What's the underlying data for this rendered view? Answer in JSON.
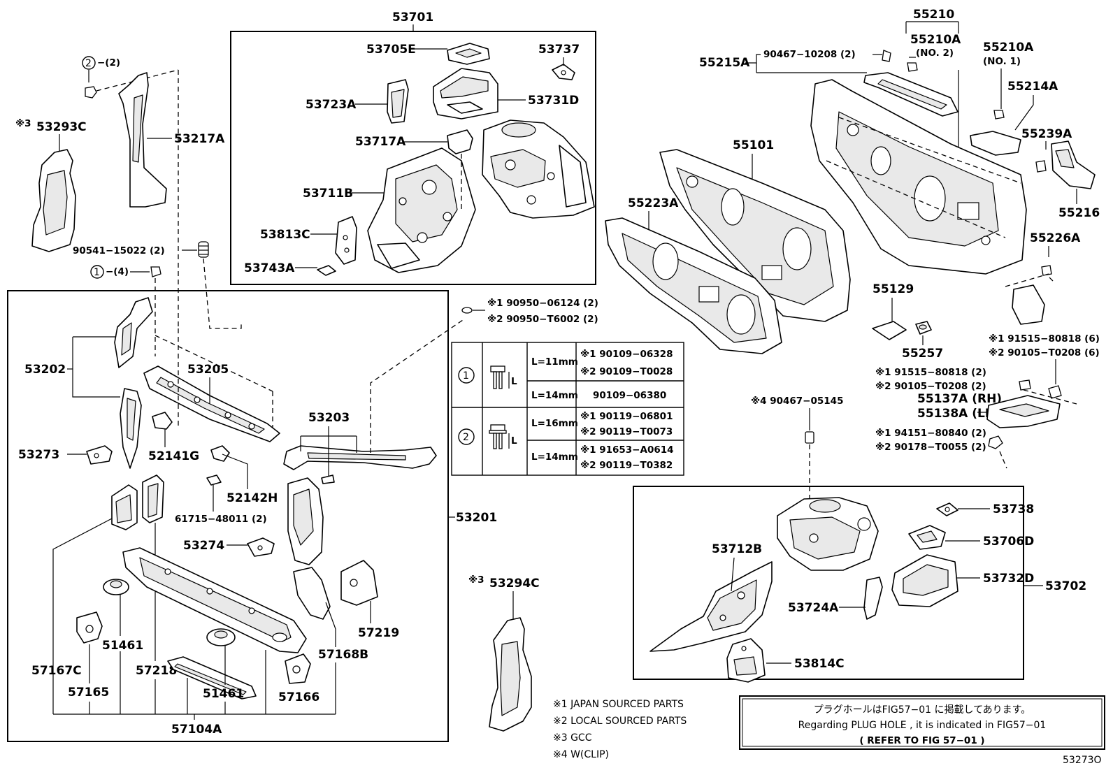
{
  "figure_id": "53273O",
  "assemblies": {
    "a53701": "53701",
    "a53201": "53201",
    "a53702": "53702",
    "a55210": "55210"
  },
  "labels": {
    "p53705E": "53705E",
    "p53737": "53737",
    "p53723A": "53723A",
    "p53731D": "53731D",
    "p53717A": "53717A",
    "p53711B": "53711B",
    "p53813C": "53813C",
    "p53743A": "53743A",
    "p53293C": "53293C",
    "p53293C_mark": "※3",
    "p53217A": "53217A",
    "p90541": "90541−15022 (2)",
    "circ2": "2",
    "circ2_qty": "−(2)",
    "circ1": "1",
    "circ1_qty": "−(4)",
    "p53202": "53202",
    "p53205": "53205",
    "p53273": "53273",
    "p52141G": "52141G",
    "p52142H": "52142H",
    "p61715": "61715−48011 (2)",
    "p53274": "53274",
    "p53203": "53203",
    "p57167C": "57167C",
    "p51461a": "51461",
    "p57218": "57218",
    "p57165": "57165",
    "p51461b": "51461",
    "p57166": "57166",
    "p57168B": "57168B",
    "p57219": "57219",
    "p57104A": "57104A",
    "p53294C": "53294C",
    "p53294C_mark": "※3",
    "p90950a": "※1 90950−06124 (2)",
    "p90950b": "※2 90950−T6002 (2)",
    "p55215A": "55215A",
    "p90467a": "90467−10208 (2)",
    "p55210A_2": "55210A",
    "p55210A_2_no": "(NO. 2)",
    "p55210A_1": "55210A",
    "p55210A_1_no": "(NO. 1)",
    "p55214A": "55214A",
    "p55239A": "55239A",
    "p55216": "55216",
    "p55101": "55101",
    "p55223A": "55223A",
    "p55226A": "55226A",
    "p55129": "55129",
    "p55257": "55257",
    "p91515a": "※1 91515−80818 (6)",
    "p90105a": "※2 90105−T0208 (6)",
    "p91515b": "※1  91515−80818 (2)",
    "p90105b": "※2  90105−T0208 (2)",
    "p55137A": "55137A (RH)",
    "p55138A": "55138A (LH)",
    "p90467b": "※4 90467−05145",
    "p94151": "※1  94151−80840 (2)",
    "p90178": "※2  90178−T0055 (2)",
    "p53738": "53738",
    "p53706D": "53706D",
    "p53712B": "53712B",
    "p53732D": "53732D",
    "p53724A": "53724A",
    "p53814C": "53814C"
  },
  "fastener_table": {
    "rows": [
      {
        "symbol": "1",
        "length": "L=11mm",
        "part": "※1 90109−06328"
      },
      {
        "symbol": "",
        "length": "",
        "part": "※2 90109−T0028"
      },
      {
        "symbol": "",
        "length": "L=14mm",
        "part": "90109−06380"
      },
      {
        "symbol": "2",
        "length": "L=16mm",
        "part": "※1 90119−06801"
      },
      {
        "symbol": "",
        "length": "",
        "part": "※2 90119−T0073"
      },
      {
        "symbol": "",
        "length": "L=14mm",
        "part": "※1 91653−A0614"
      },
      {
        "symbol": "",
        "length": "",
        "part": "※2 90119−T0382"
      }
    ],
    "dim_label": "L"
  },
  "legend": [
    "※1 JAPAN SOURCED PARTS",
    "※2 LOCAL SOURCED PARTS",
    "※3 GCC",
    "※4 W(CLIP)"
  ],
  "note": {
    "line1": "プラグホールはFIG57−01 に掲載してあります。",
    "line2": "Regarding  PLUG HOLE , it is indicated in FIG57−01",
    "line3": "(   REFER  TO  FIG  57−01 )"
  }
}
